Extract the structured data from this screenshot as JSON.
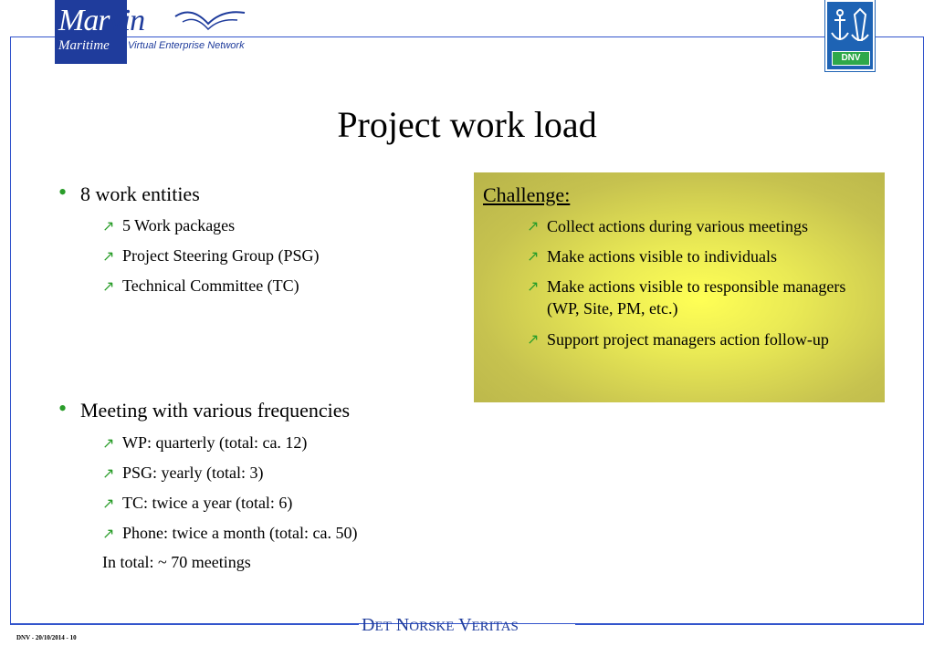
{
  "logo": {
    "marvin_first": "Mar",
    "marvin_rest": "vin",
    "maritime": "Maritime",
    "network": "Virtual Enterprise Network",
    "dnv_badge": "DNV"
  },
  "title": "Project work load",
  "left": {
    "bullet1": {
      "label": "8 work entities",
      "items": [
        "5 Work packages",
        "Project Steering Group (PSG)",
        "Technical Committee (TC)"
      ]
    },
    "bullet2": {
      "label": "Meeting with various frequencies",
      "items": [
        "WP: quarterly (total: ca. 12)",
        "PSG: yearly (total: 3)",
        "TC: twice a year (total: 6)",
        "Phone: twice a month (total: ca. 50)"
      ],
      "total": "In total: ~ 70 meetings"
    }
  },
  "challenge": {
    "title": "Challenge:",
    "items": [
      "Collect actions during various meetings",
      "Make actions visible to individuals",
      "Make actions visible to responsible managers (WP, Site, PM, etc.)",
      "Support project managers action follow-up"
    ]
  },
  "footer": {
    "d": "D",
    "et": "ET",
    "n": "N",
    "orske": "ORSKE",
    "v": "V",
    "eritas": "ERITAS",
    "page_info": "DNV  - 20/10/2014 - 10"
  },
  "colors": {
    "frame_blue": "#3355cc",
    "bullet_green": "#2a9d2a",
    "challenge_yellow": "#eaea55"
  },
  "icons": {
    "bullet": "bullet-dot",
    "sub_bullet": "north-east-arrow"
  }
}
